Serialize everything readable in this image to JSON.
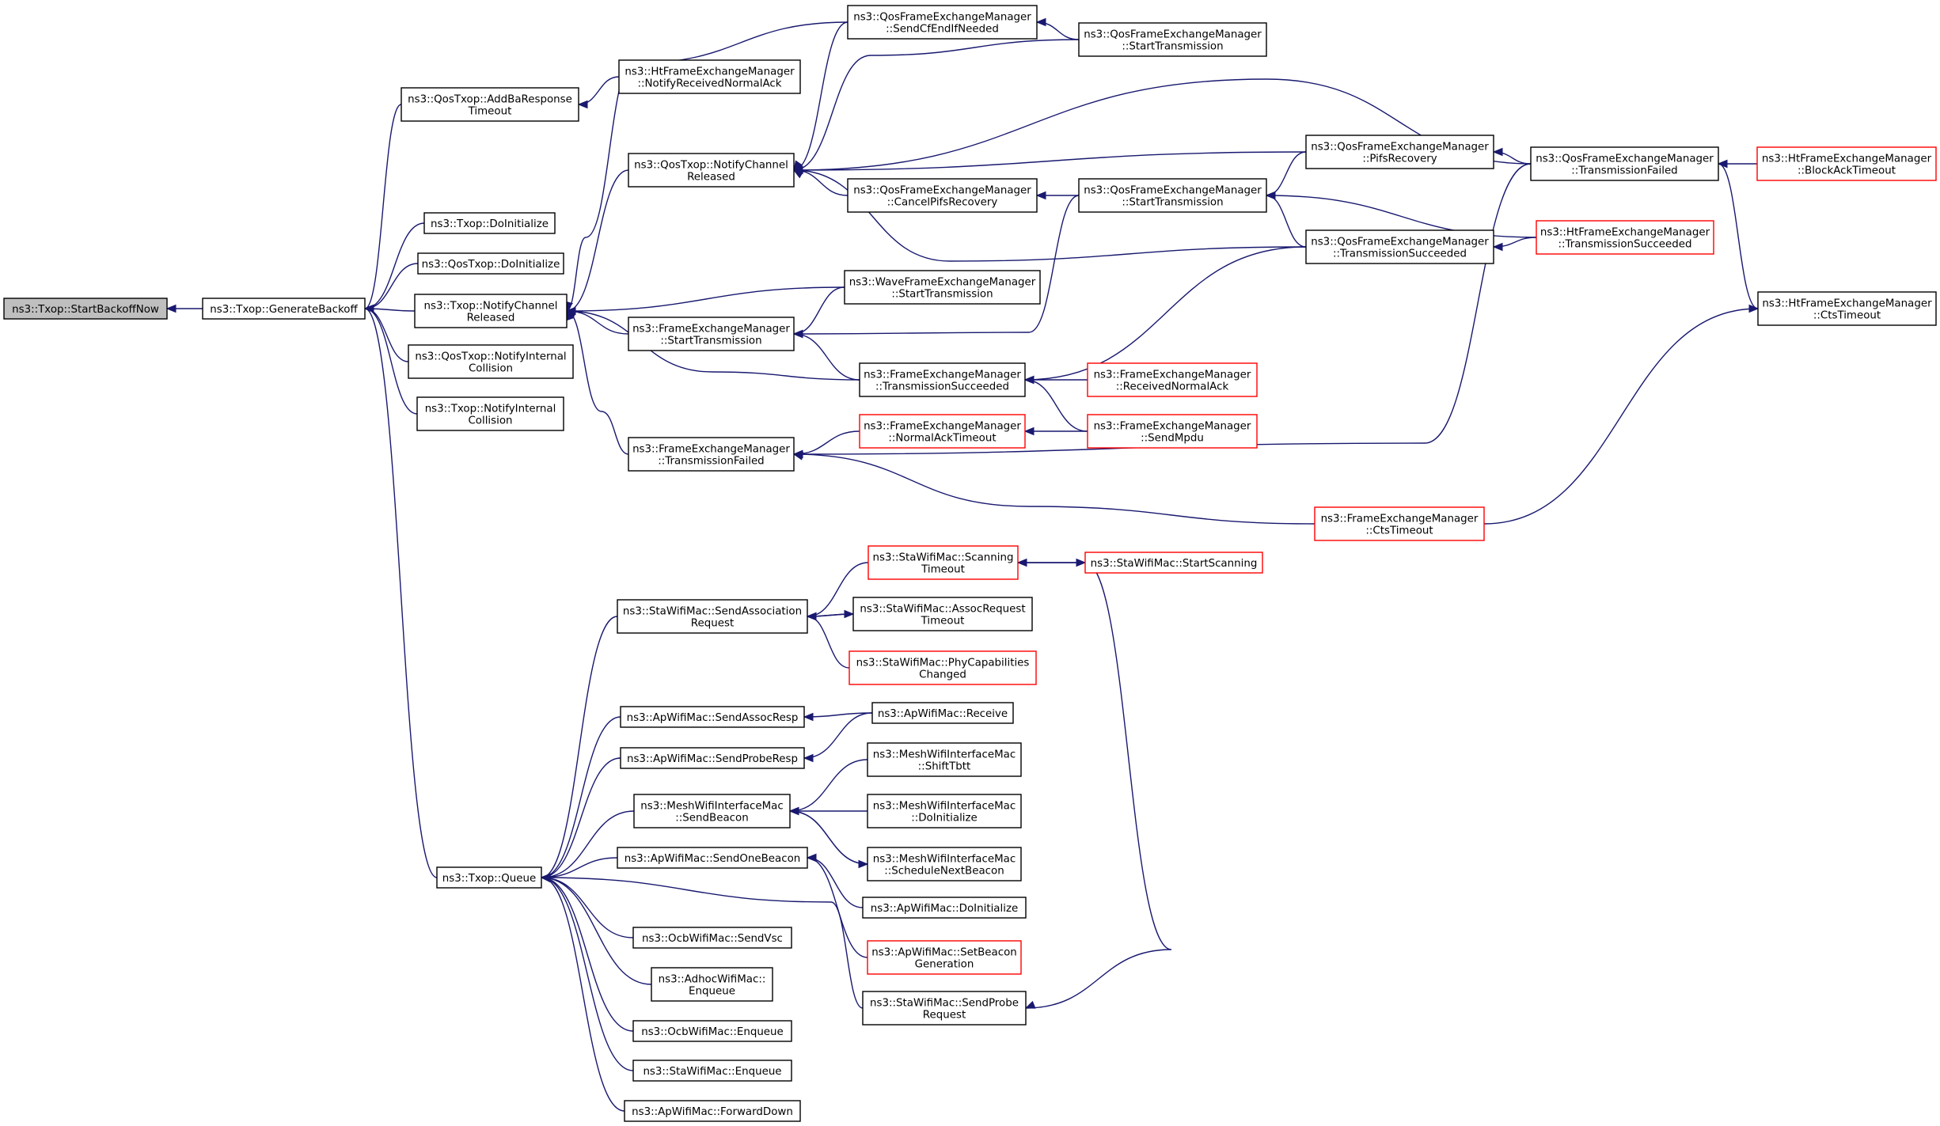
{
  "colors": {
    "edge": "#191970",
    "truncated_border": "#ff0000",
    "root_fill": "#bfbfbf",
    "border": "#000000"
  },
  "nodes": {
    "startBackoffNow": {
      "lines": [
        "ns3::Txop::StartBackoffNow"
      ],
      "root": true
    },
    "generateBackoff": {
      "lines": [
        "ns3::Txop::GenerateBackoff"
      ]
    },
    "qosAddBaTimeout": {
      "lines": [
        "ns3::QosTxop::AddBaResponse",
        "Timeout"
      ]
    },
    "txopDoInit": {
      "lines": [
        "ns3::Txop::DoInitialize"
      ]
    },
    "qosDoInit": {
      "lines": [
        "ns3::QosTxop::DoInitialize"
      ]
    },
    "txopNotifyReleased": {
      "lines": [
        "ns3::Txop::NotifyChannel",
        "Released"
      ]
    },
    "qosNotifyCollision": {
      "lines": [
        "ns3::QosTxop::NotifyInternal",
        "Collision"
      ]
    },
    "txopNotifyCollision": {
      "lines": [
        "ns3::Txop::NotifyInternal",
        "Collision"
      ]
    },
    "txopQueue": {
      "lines": [
        "ns3::Txop::Queue"
      ]
    },
    "htNotifyAck": {
      "lines": [
        "ns3::HtFrameExchangeManager",
        "::NotifyReceivedNormalAck"
      ]
    },
    "qosNotifyReleased": {
      "lines": [
        "ns3::QosTxop::NotifyChannel",
        "Released"
      ]
    },
    "qfemSendCfEnd": {
      "lines": [
        "ns3::QosFrameExchangeManager",
        "::SendCfEndIfNeeded"
      ]
    },
    "qfemStartTx1": {
      "lines": [
        "ns3::QosFrameExchangeManager",
        "::StartTransmission"
      ]
    },
    "qfemPifsRecovery": {
      "lines": [
        "ns3::QosFrameExchangeManager",
        "::PifsRecovery"
      ]
    },
    "qfemTxFailed": {
      "lines": [
        "ns3::QosFrameExchangeManager",
        "::TransmissionFailed"
      ]
    },
    "htBlockAckTimeout": {
      "lines": [
        "ns3::HtFrameExchangeManager",
        "::BlockAckTimeout"
      ],
      "truncated": true
    },
    "qfemCancelPifs": {
      "lines": [
        "ns3::QosFrameExchangeManager",
        "::CancelPifsRecovery"
      ]
    },
    "qfemStartTx2": {
      "lines": [
        "ns3::QosFrameExchangeManager",
        "::StartTransmission"
      ]
    },
    "qfemTxSucceeded": {
      "lines": [
        "ns3::QosFrameExchangeManager",
        "::TransmissionSucceeded"
      ]
    },
    "htTxSucceeded": {
      "lines": [
        "ns3::HtFrameExchangeManager",
        "::TransmissionSucceeded"
      ],
      "truncated": true
    },
    "htCtsTimeout": {
      "lines": [
        "ns3::HtFrameExchangeManager",
        "::CtsTimeout"
      ]
    },
    "waveStartTx": {
      "lines": [
        "ns3::WaveFrameExchangeManager",
        "::StartTransmission"
      ]
    },
    "femStartTx": {
      "lines": [
        "ns3::FrameExchangeManager",
        "::StartTransmission"
      ]
    },
    "femTxSucceeded": {
      "lines": [
        "ns3::FrameExchangeManager",
        "::TransmissionSucceeded"
      ]
    },
    "femReceivedAck": {
      "lines": [
        "ns3::FrameExchangeManager",
        "::ReceivedNormalAck"
      ],
      "truncated": true
    },
    "femTxFailed": {
      "lines": [
        "ns3::FrameExchangeManager",
        "::TransmissionFailed"
      ]
    },
    "femNormalAckTimeout": {
      "lines": [
        "ns3::FrameExchangeManager",
        "::NormalAckTimeout"
      ],
      "truncated": true
    },
    "femSendMpdu": {
      "lines": [
        "ns3::FrameExchangeManager",
        "::SendMpdu"
      ],
      "truncated": true
    },
    "femCtsTimeout": {
      "lines": [
        "ns3::FrameExchangeManager",
        "::CtsTimeout"
      ],
      "truncated": true
    },
    "staScanningTimeout": {
      "lines": [
        "ns3::StaWifiMac::Scanning",
        "Timeout"
      ],
      "truncated": true
    },
    "staStartScanning": {
      "lines": [
        "ns3::StaWifiMac::StartScanning"
      ],
      "truncated": true
    },
    "staSendAssocReq": {
      "lines": [
        "ns3::StaWifiMac::SendAssociation",
        "Request"
      ]
    },
    "staAssocReqTimeout": {
      "lines": [
        "ns3::StaWifiMac::AssocRequest",
        "Timeout"
      ]
    },
    "staPhyCapChanged": {
      "lines": [
        "ns3::StaWifiMac::PhyCapabilities",
        "Changed"
      ],
      "truncated": true
    },
    "apSendAssocResp": {
      "lines": [
        "ns3::ApWifiMac::SendAssocResp"
      ]
    },
    "apReceive": {
      "lines": [
        "ns3::ApWifiMac::Receive"
      ]
    },
    "apSendProbeResp": {
      "lines": [
        "ns3::ApWifiMac::SendProbeResp"
      ]
    },
    "meshSendBeacon": {
      "lines": [
        "ns3::MeshWifiInterfaceMac",
        "::SendBeacon"
      ]
    },
    "meshShiftTbtt": {
      "lines": [
        "ns3::MeshWifiInterfaceMac",
        "::ShiftTbtt"
      ]
    },
    "meshDoInit": {
      "lines": [
        "ns3::MeshWifiInterfaceMac",
        "::DoInitialize"
      ]
    },
    "meshScheduleNext": {
      "lines": [
        "ns3::MeshWifiInterfaceMac",
        "::ScheduleNextBeacon"
      ]
    },
    "apSendOneBeacon": {
      "lines": [
        "ns3::ApWifiMac::SendOneBeacon"
      ]
    },
    "apDoInit": {
      "lines": [
        "ns3::ApWifiMac::DoInitialize"
      ]
    },
    "apSetBeaconGen": {
      "lines": [
        "ns3::ApWifiMac::SetBeacon",
        "Generation"
      ],
      "truncated": true
    },
    "staSendProbeReq": {
      "lines": [
        "ns3::StaWifiMac::SendProbe",
        "Request"
      ]
    },
    "ocbSendVsc": {
      "lines": [
        "ns3::OcbWifiMac::SendVsc"
      ]
    },
    "adhocEnqueue": {
      "lines": [
        "ns3::AdhocWifiMac::",
        "Enqueue"
      ]
    },
    "ocbEnqueue": {
      "lines": [
        "ns3::OcbWifiMac::Enqueue"
      ]
    },
    "staEnqueue": {
      "lines": [
        "ns3::StaWifiMac::Enqueue"
      ]
    },
    "apForwardDown": {
      "lines": [
        "ns3::ApWifiMac::ForwardDown"
      ]
    }
  }
}
